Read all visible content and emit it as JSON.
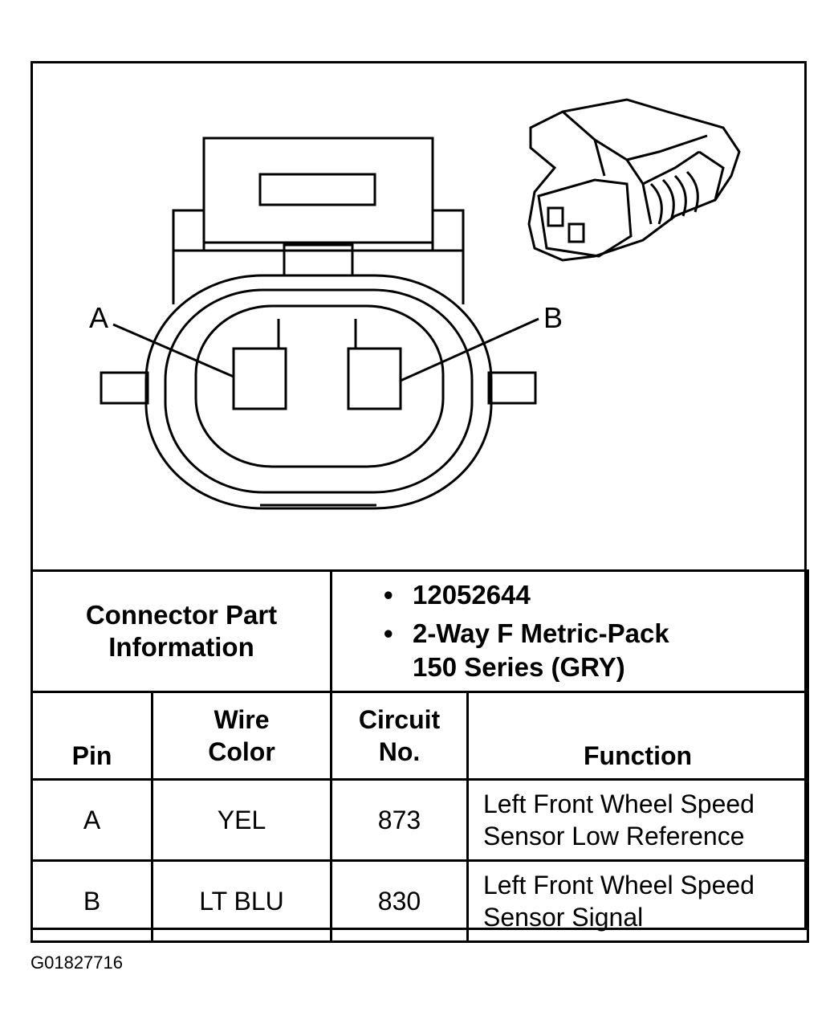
{
  "diagram": {
    "pin_a_label": "A",
    "pin_b_label": "B"
  },
  "connector_part": {
    "label_line1": "Connector Part",
    "label_line2": "Information",
    "part_number": "12052644",
    "description_line1": "2-Way F Metric-Pack",
    "description_line2": "150 Series (GRY)"
  },
  "table": {
    "headers": {
      "pin": "Pin",
      "wire_color_line1": "Wire",
      "wire_color_line2": "Color",
      "circuit_line1": "Circuit",
      "circuit_line2": "No.",
      "function": "Function"
    },
    "rows": [
      {
        "pin": "A",
        "wire_color": "YEL",
        "circuit": "873",
        "function_line1": "Left Front Wheel Speed",
        "function_line2": "Sensor Low Reference"
      },
      {
        "pin": "B",
        "wire_color": "LT BLU",
        "circuit": "830",
        "function_line1": "Left Front Wheel Speed",
        "function_line2": "Sensor Signal"
      }
    ]
  },
  "figure_id": "G01827716"
}
